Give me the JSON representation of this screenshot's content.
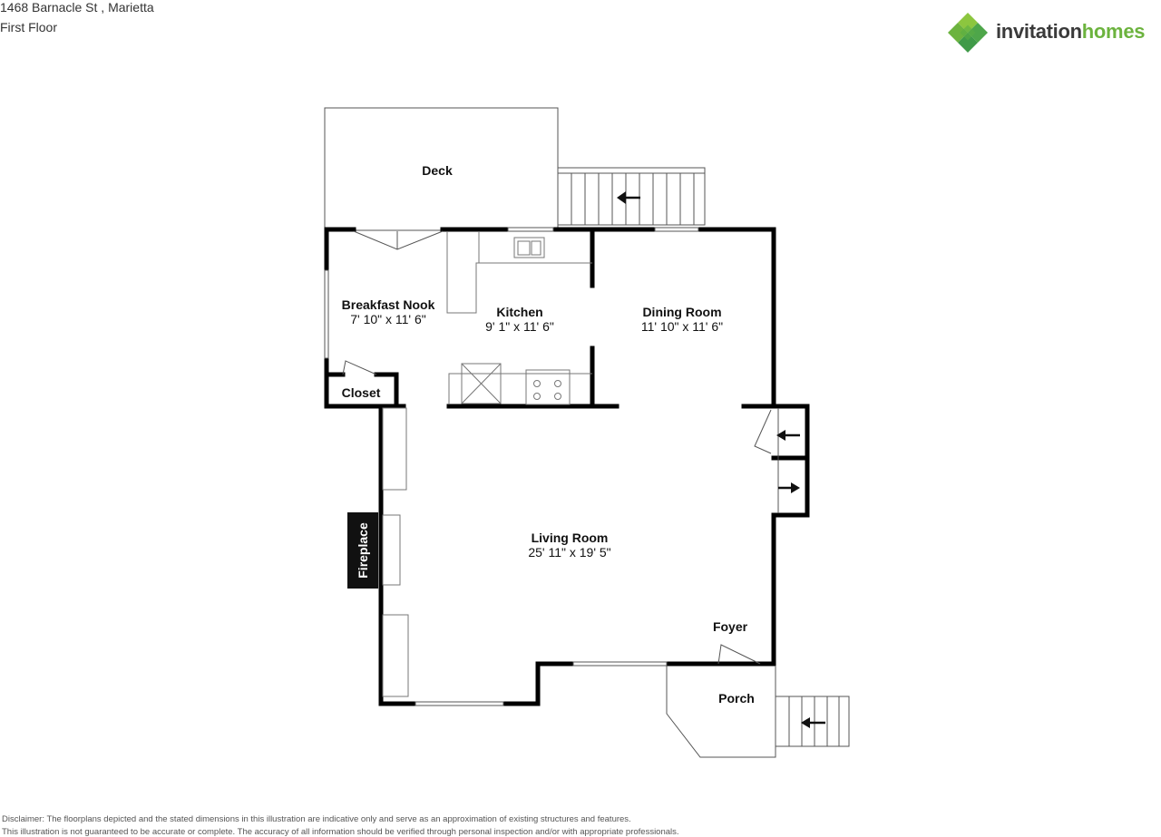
{
  "header": {
    "address": "1468 Barnacle St , Marietta",
    "floor": "First Floor"
  },
  "brand": {
    "name_part1": "invitation",
    "name_part2": "homes",
    "logo_icon": "green-diamond-cluster-icon",
    "colors": {
      "green_light": "#8cc63f",
      "green_dark": "#3f9a48",
      "text": "#3a3a3a"
    }
  },
  "rooms": [
    {
      "name": "Deck",
      "dims": ""
    },
    {
      "name": "Breakfast Nook",
      "dims": "7' 10\" x 11' 6\""
    },
    {
      "name": "Kitchen",
      "dims": "9' 1\" x 11' 6\""
    },
    {
      "name": "Dining Room",
      "dims": "11' 10\" x 11' 6\""
    },
    {
      "name": "Closet",
      "dims": ""
    },
    {
      "name": "Living Room",
      "dims": "25' 11\" x 19' 5\""
    },
    {
      "name": "Foyer",
      "dims": ""
    },
    {
      "name": "Porch",
      "dims": ""
    },
    {
      "name": "Fireplace",
      "dims": ""
    }
  ],
  "disclaimer": {
    "line1": "Disclaimer: The floorplans depicted and the stated dimensions in this illustration are indicative only and serve as an approximation of existing structures and features.",
    "line2": "This illustration is not guaranteed to be accurate or complete. The accuracy of all information should be verified through personal inspection and/or with appropriate professionals."
  }
}
